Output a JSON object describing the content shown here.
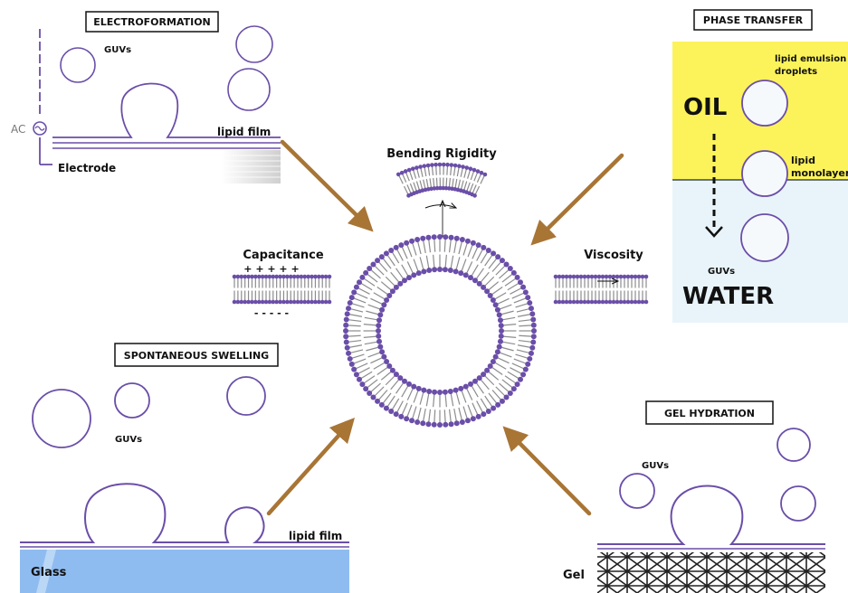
{
  "colors": {
    "lipid": "#6a4ea8",
    "arrow": "#a87535",
    "oil": "#fcf35a",
    "water": "#e9f4fa",
    "glass": "#8fbcf0"
  },
  "electroformation": {
    "title": "ELECTROFORMATION",
    "guvs": "GUVs",
    "ac": "AC",
    "lipid_film": "lipid film",
    "electrode": "Electrode"
  },
  "phase_transfer": {
    "title": "PHASE TRANSFER",
    "emulsion_line1": "lipid emulsion",
    "emulsion_line2": "droplets",
    "oil": "OIL",
    "monolayer_line1": "lipid",
    "monolayer_line2": "monolayer",
    "guvs": "GUVs",
    "water": "WATER"
  },
  "properties": {
    "bending": "Bending Rigidity",
    "capacitance": "Capacitance",
    "plus": "+ + + + +",
    "minus": "- - - - -",
    "viscosity": "Viscosity"
  },
  "spontaneous": {
    "title": "SPONTANEOUS SWELLING",
    "guvs": "GUVs",
    "lipid_film": "lipid film",
    "glass": "Glass"
  },
  "gel": {
    "title": "GEL HYDRATION",
    "guvs": "GUVs",
    "gel": "Gel"
  }
}
